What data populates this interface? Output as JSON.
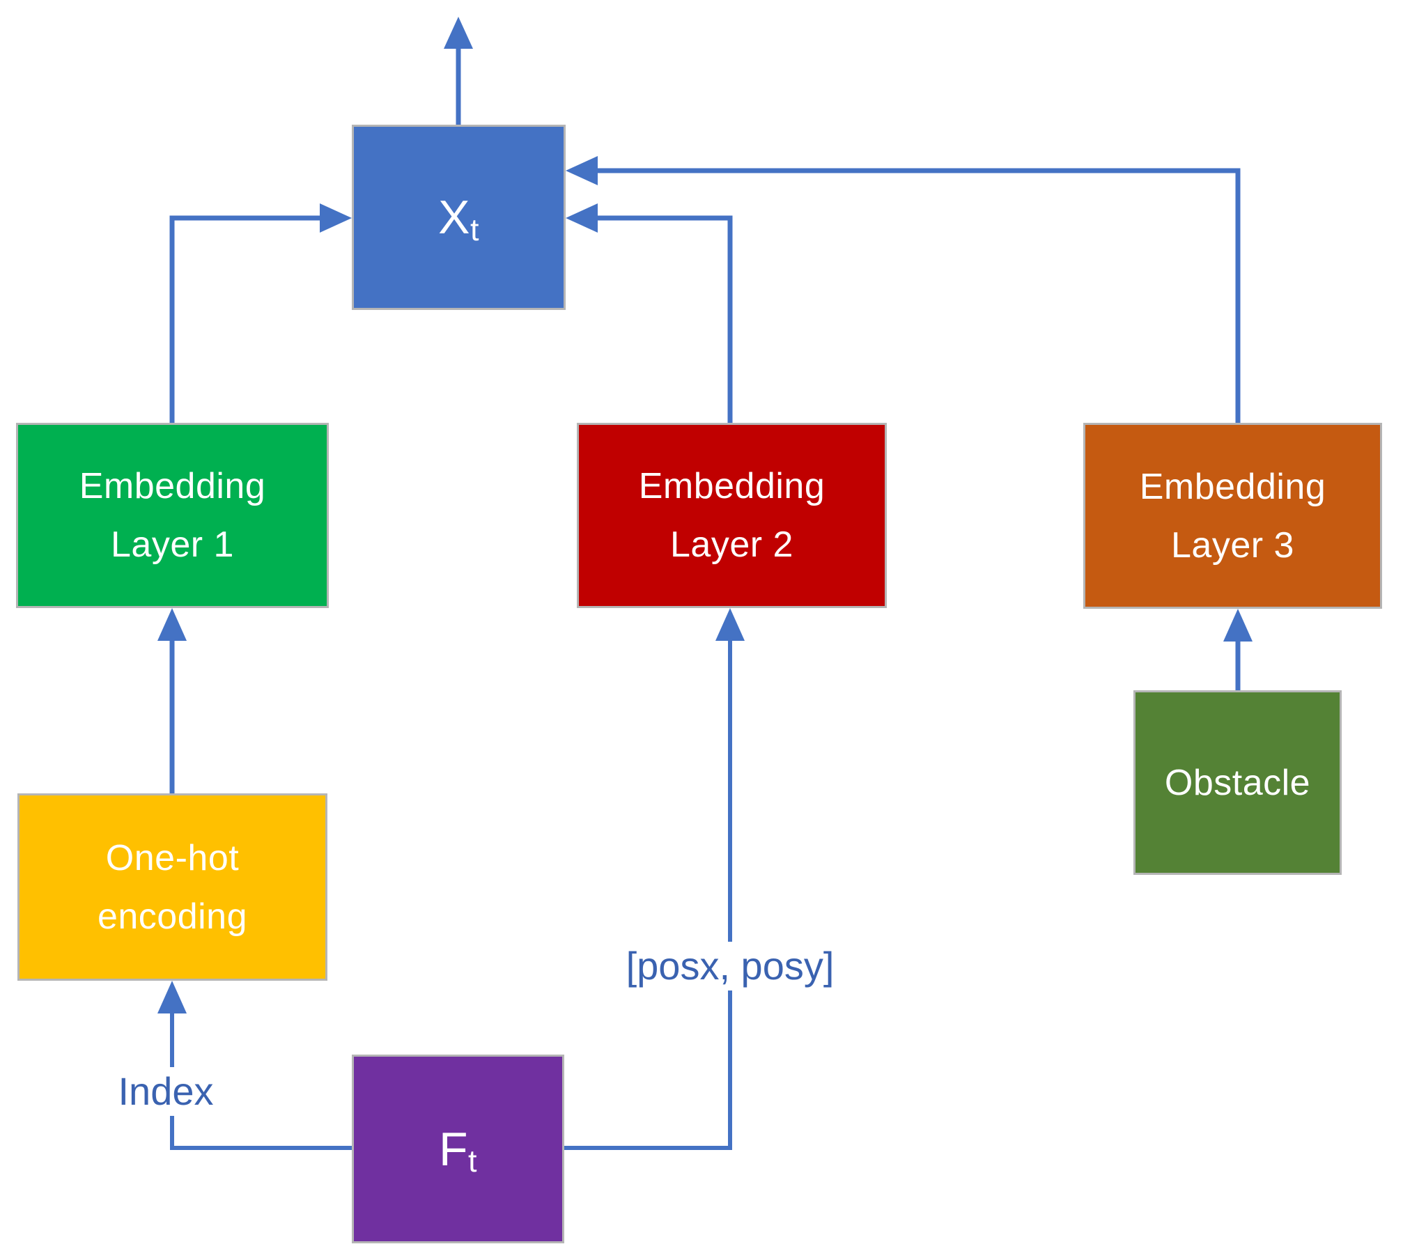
{
  "nodes": {
    "xt": {
      "main": "X",
      "sub": "t",
      "color": "#4472C4"
    },
    "embedding1": {
      "line1": "Embedding",
      "line2": "Layer 1",
      "color": "#00B050"
    },
    "embedding2": {
      "line1": "Embedding",
      "line2": "Layer 2",
      "color": "#C00000"
    },
    "embedding3": {
      "line1": "Embedding",
      "line2": "Layer 3",
      "color": "#C55A11"
    },
    "onehot": {
      "line1": "One-hot",
      "line2": "encoding",
      "color": "#FFC000"
    },
    "obstacle": {
      "label": "Obstacle",
      "color": "#548235"
    },
    "ft": {
      "main": "F",
      "sub": "t",
      "color": "#7030A0"
    }
  },
  "edge_labels": {
    "index": "Index",
    "pos": "[posx, posy]"
  },
  "colors": {
    "arrow": "#4472C4",
    "edge_label_text": "#3A62B0",
    "box_border": "#B5B5B5",
    "background": "#FFFFFF"
  }
}
